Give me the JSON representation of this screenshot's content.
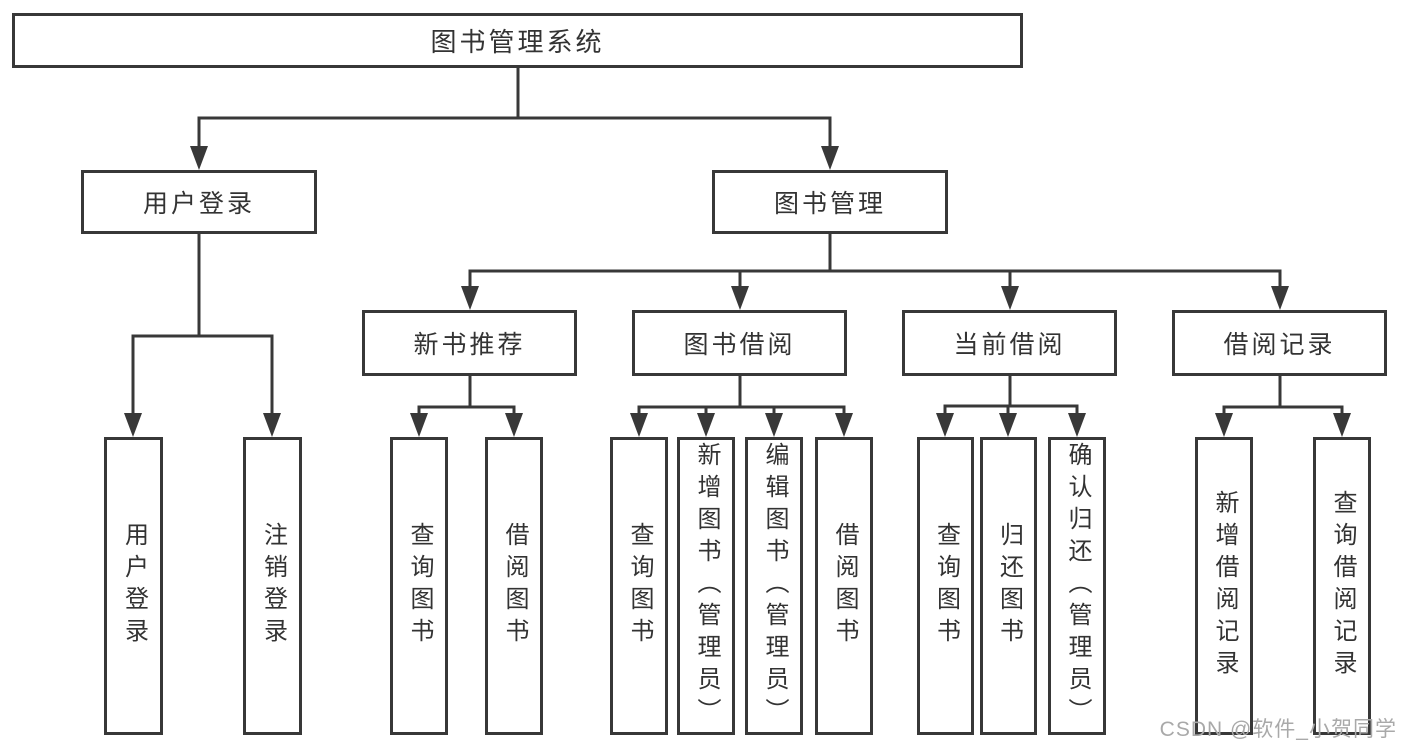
{
  "tree": {
    "label": "图书管理系统",
    "children": [
      {
        "label": "用户登录",
        "children": [
          {
            "label": "用户登录"
          },
          {
            "label": "注销登录"
          }
        ]
      },
      {
        "label": "图书管理",
        "children": [
          {
            "label": "新书推荐",
            "children": [
              {
                "label": "查询图书"
              },
              {
                "label": "借阅图书"
              }
            ]
          },
          {
            "label": "图书借阅",
            "children": [
              {
                "label": "查询图书"
              },
              {
                "label": "新增图书（管理员）"
              },
              {
                "label": "编辑图书（管理员）"
              },
              {
                "label": "借阅图书"
              }
            ]
          },
          {
            "label": "当前借阅",
            "children": [
              {
                "label": "查询图书"
              },
              {
                "label": "归还图书"
              },
              {
                "label": "确认归还（管理员）"
              }
            ]
          },
          {
            "label": "借阅记录",
            "children": [
              {
                "label": "新增借阅记录"
              },
              {
                "label": "查询借阅记录"
              }
            ]
          }
        ]
      }
    ]
  },
  "watermark": "CSDN @软件_小贺同学",
  "colors": {
    "line": "#383838",
    "text": "#333333",
    "box_background": "#ffffff",
    "watermark": "#a9a9a9",
    "page_background": "#ffffff"
  }
}
